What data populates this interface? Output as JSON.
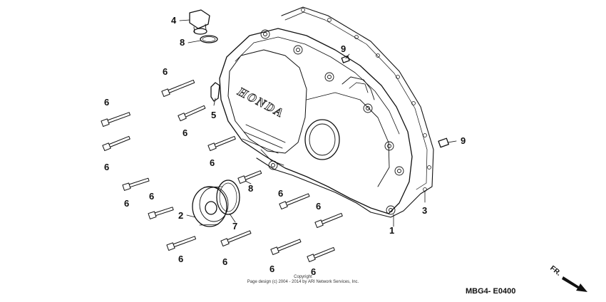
{
  "logo_text": "HONDA",
  "callouts": {
    "c1": "1",
    "c2": "2",
    "c3": "3",
    "c4": "4",
    "c5": "5",
    "c6": "6",
    "c7": "7",
    "c8": "8",
    "c9": "9"
  },
  "footer": {
    "copyright_line1": "Copyright",
    "copyright_line2": "Page design (c) 2004 - 2014 by ARI Network Services, Inc.",
    "diagram_code": "MBG4- E0400",
    "direction_label": "FR."
  }
}
